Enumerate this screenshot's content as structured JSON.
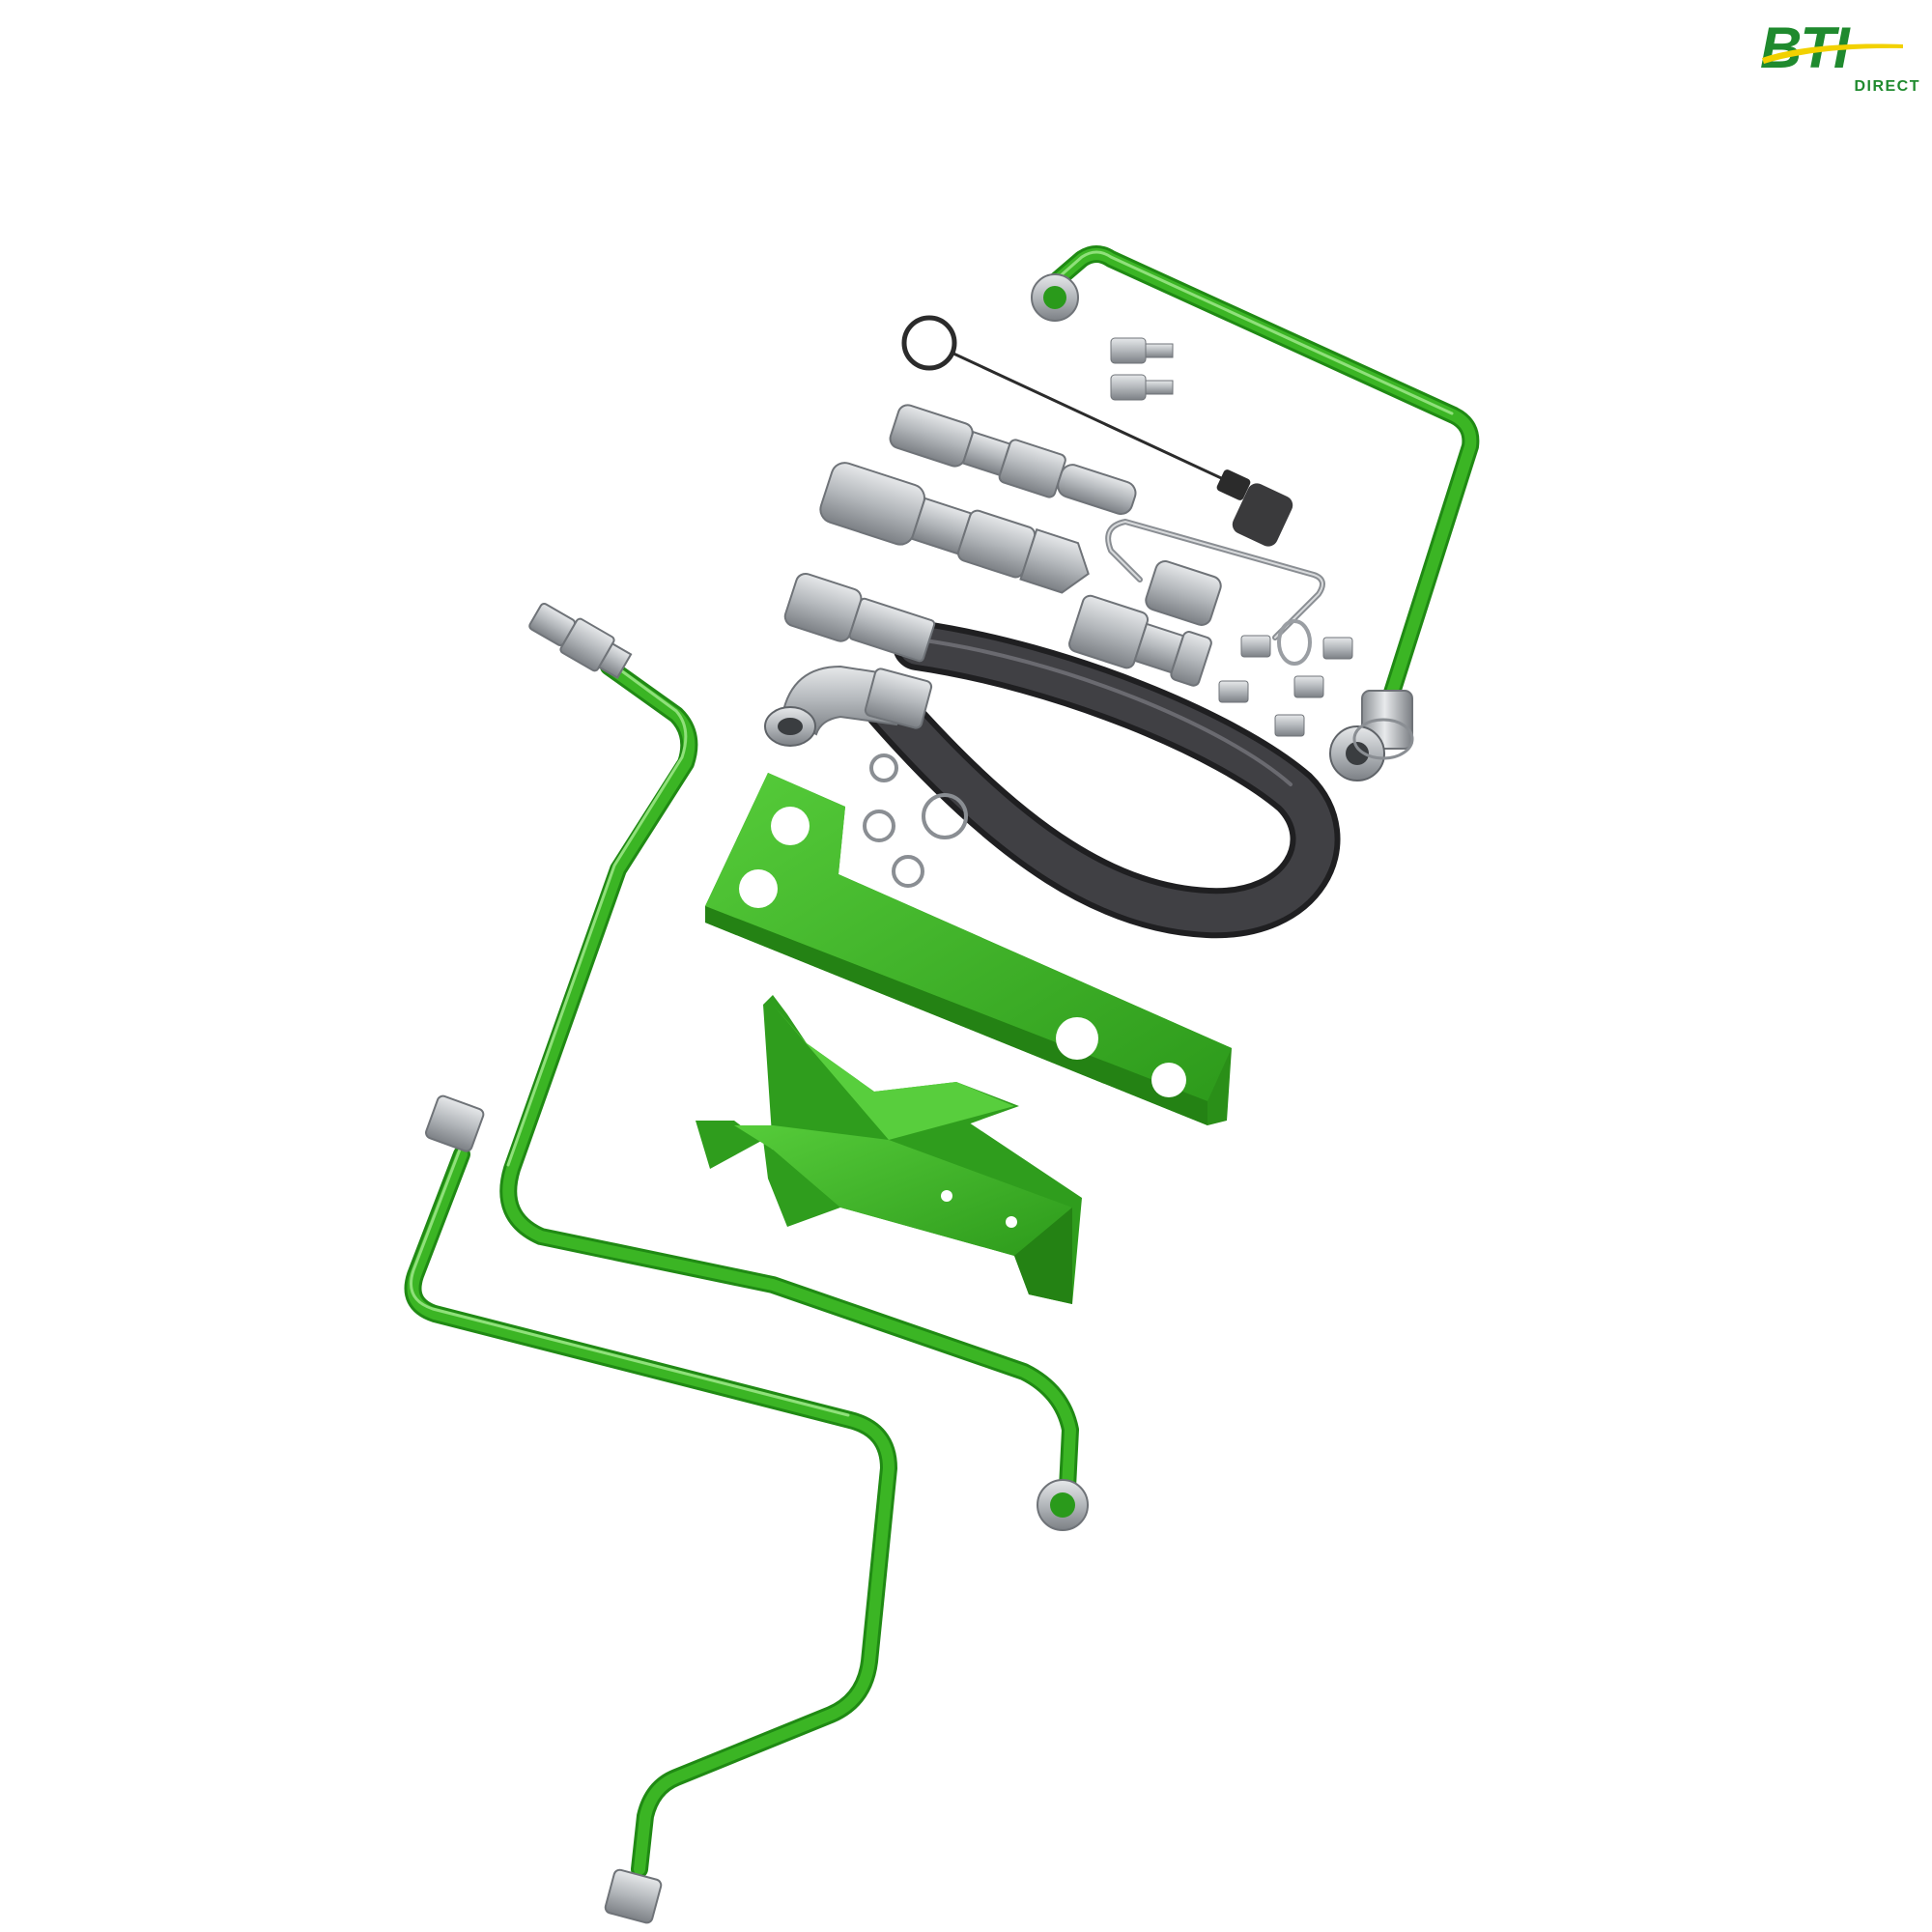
{
  "logo": {
    "text": "BTI",
    "subtext": "DIRECT",
    "brand_green": "#1f8a2e",
    "brand_yellow": "#f2d100"
  },
  "colors": {
    "pipe_green": "#3bb524",
    "pipe_dark": "#208a14",
    "bracket_green": "#3fb829",
    "bracket_dark": "#2a8f18",
    "hose": "#2e2e30",
    "steel": "#b9bcc0",
    "steel_dark": "#6f7378"
  },
  "scene": {
    "description_icon": "hydraulic-kit-exploded-view"
  }
}
